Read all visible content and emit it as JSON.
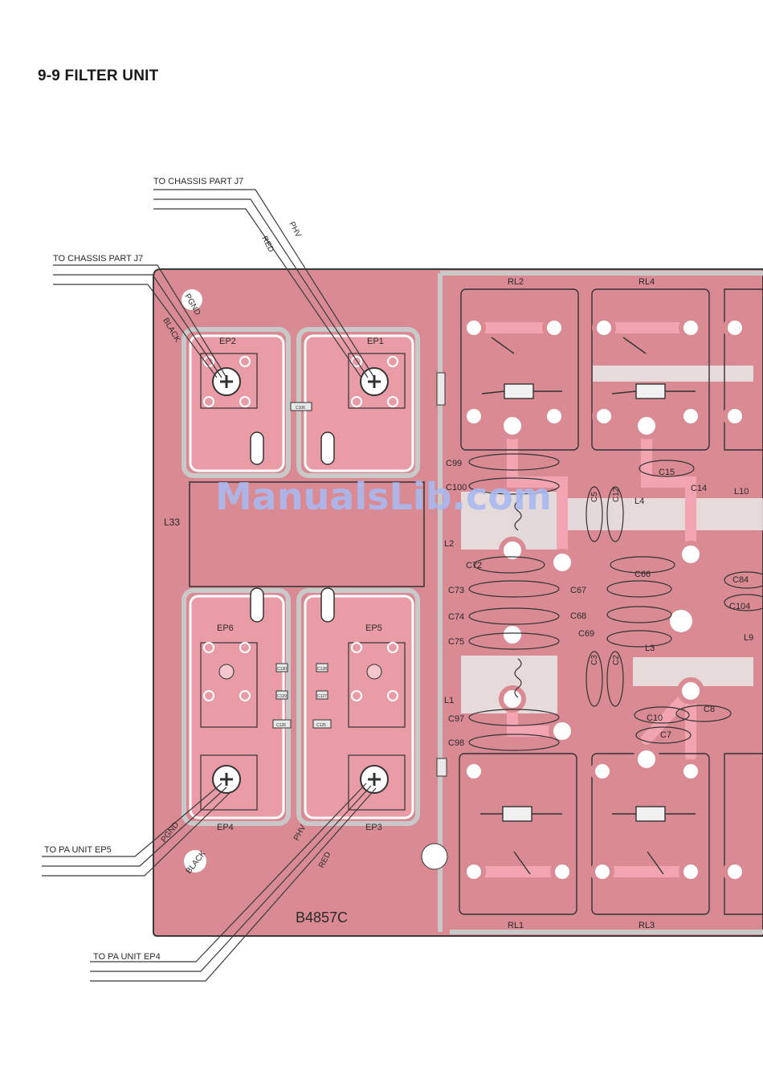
{
  "title": "9-9 FILTER UNIT",
  "board_id": "B4857C",
  "watermark": "ManualsLib.com",
  "connections": {
    "top_right_label": "TO CHASSIS PART J7",
    "top_left_label": "TO CHASSIS PART J7",
    "bottom_left_label": "TO PA UNIT EP5",
    "bottom_right_label": "TO PA UNIT EP4"
  },
  "wires": {
    "phv_top": "PHV",
    "red_top": "RED",
    "pgnd_top": "PGND",
    "black_top": "BLACK",
    "pgnd_bottom": "PGND",
    "black_bottom": "BLACK",
    "phv_bottom": "PHV",
    "red_bottom": "RED"
  },
  "pads": {
    "ep1": "EP1",
    "ep2": "EP2",
    "ep3": "EP3",
    "ep4": "EP4",
    "ep5": "EP5",
    "ep6": "EP6"
  },
  "inductors": {
    "l33": "L33",
    "l1": "L1",
    "l2": "L2",
    "l3": "L3",
    "l4": "L4",
    "l9": "L9",
    "l10": "L10"
  },
  "relays": {
    "rl1": "RL1",
    "rl2": "RL2",
    "rl3": "RL3",
    "rl4": "RL4"
  },
  "small_caps": {
    "c106": "C106",
    "c130": "C130",
    "c128": "C128",
    "c129": "C129",
    "c127": "C127",
    "c126": "C126",
    "c125": "C125"
  },
  "capacitors": {
    "c99": "C99",
    "c100": "C100",
    "c72": "C72",
    "c73": "C73",
    "c74": "C74",
    "c75": "C75",
    "c97": "C97",
    "c98": "C98",
    "c5": "C5",
    "c12": "C12",
    "c15": "C15",
    "c14": "C14",
    "c66": "C66",
    "c67": "C67",
    "c68": "C68",
    "c69": "C69",
    "c3": "C3",
    "c2": "C2",
    "c84": "C84",
    "c104": "C104",
    "c10": "C10",
    "c8": "C8",
    "c7": "C7"
  },
  "colors": {
    "board": "#d98a93",
    "trace": "#eeb0b7",
    "edge": "#3a3a3a",
    "silk": "#333333",
    "copper_hl": "#f2a5b0"
  }
}
